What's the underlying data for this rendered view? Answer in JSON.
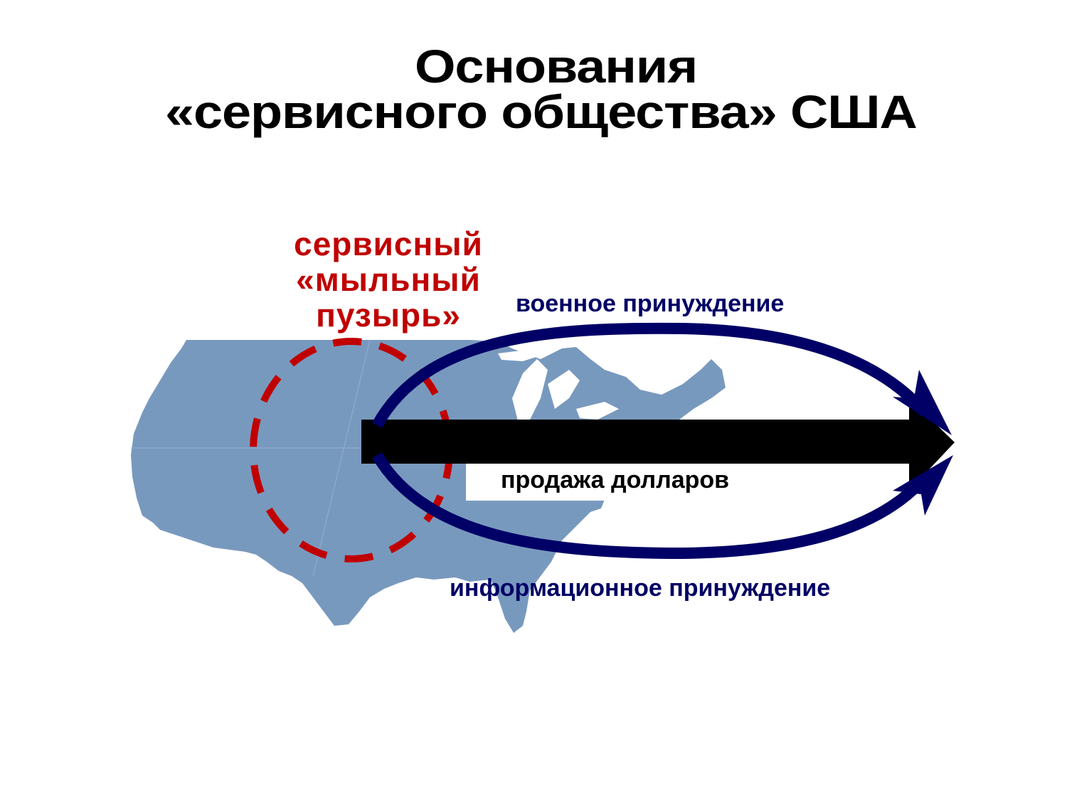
{
  "title": {
    "line1": "Основания",
    "line2": "«сервисного общества» США"
  },
  "diagram": {
    "bubble_label": {
      "line1": "сервисный",
      "line2": "«мыльный",
      "line3": "пузырь»"
    },
    "top_arrow_label": "военное принуждение",
    "center_arrow_label": "продажа долларов",
    "bottom_arrow_label": "информационное принуждение",
    "colors": {
      "map_fill": "#7899be",
      "bubble_dash": "#c00000",
      "curved_arrows": "#000066",
      "main_arrow": "#000000"
    }
  }
}
